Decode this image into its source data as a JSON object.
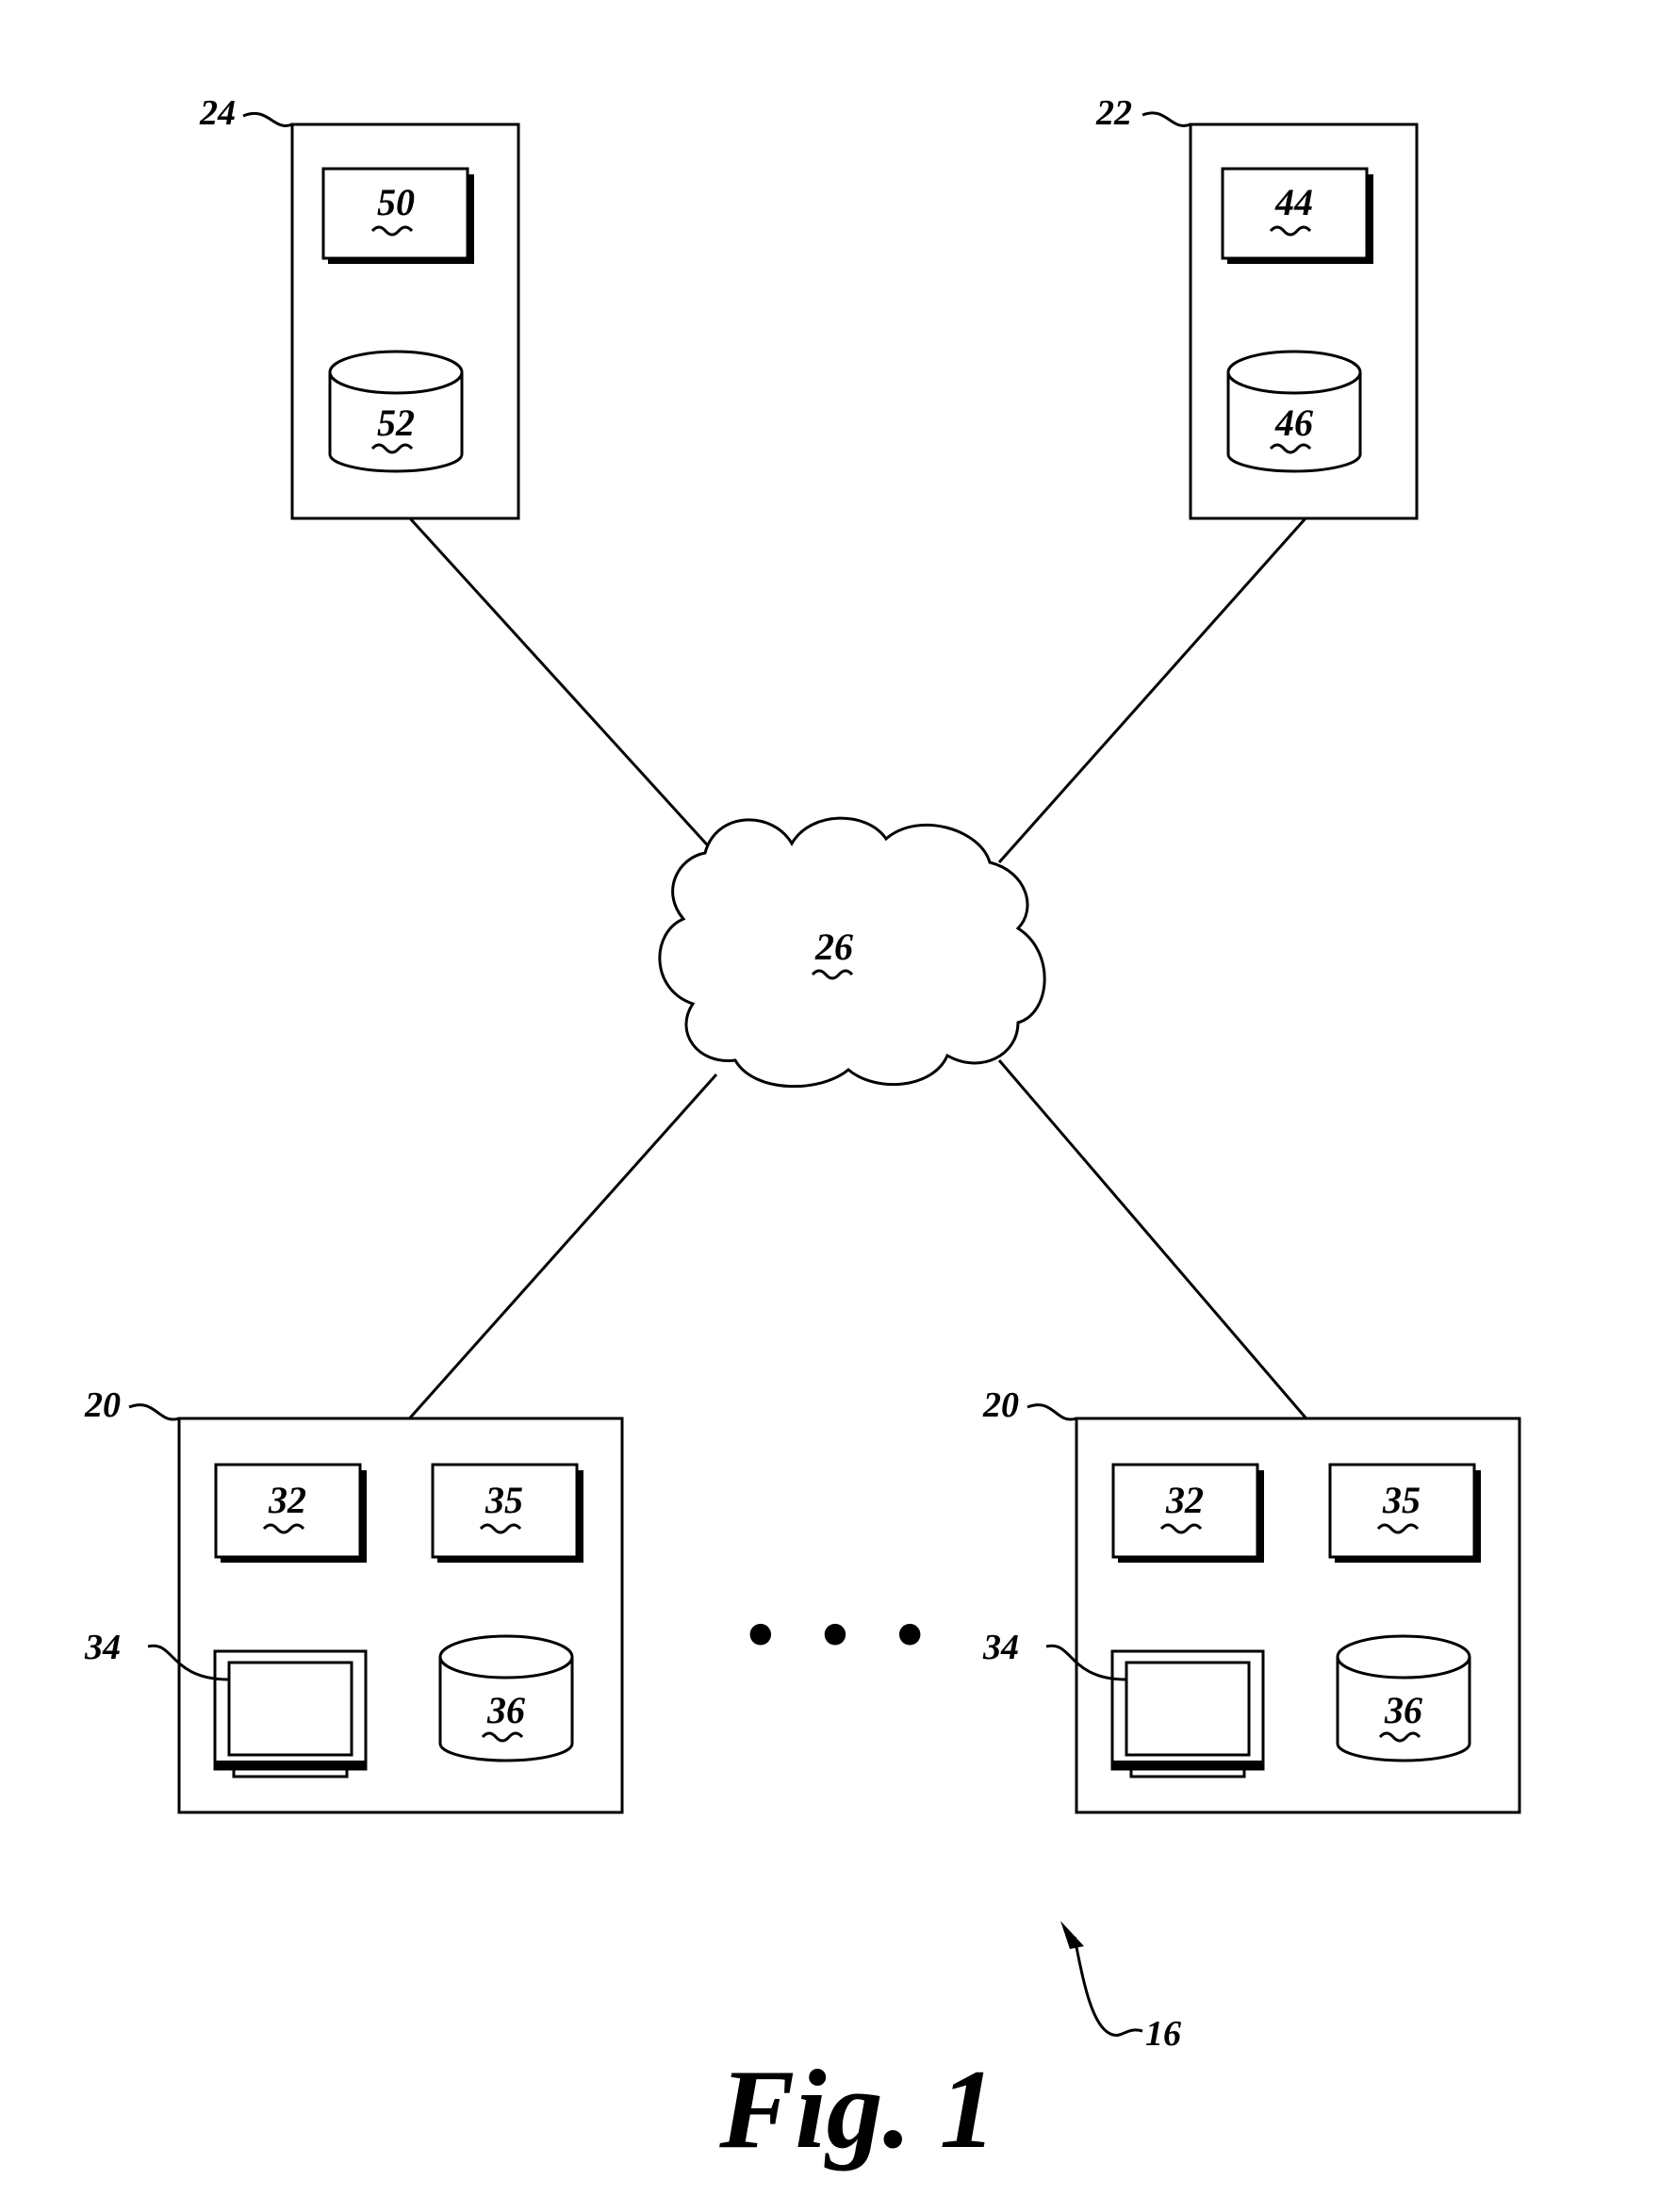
{
  "figure": {
    "caption": "Fig. 1"
  },
  "labels": {
    "server_left": "24",
    "server_right": "22",
    "server_left_box": "50",
    "server_left_db": "52",
    "server_right_box": "44",
    "server_right_db": "46",
    "network": "26",
    "client_left": "20",
    "client_right": "20",
    "client_box_a": "32",
    "client_box_b": "35",
    "client_monitor": "34",
    "client_db": "36",
    "system": "16"
  },
  "ellipsis": "• • •"
}
